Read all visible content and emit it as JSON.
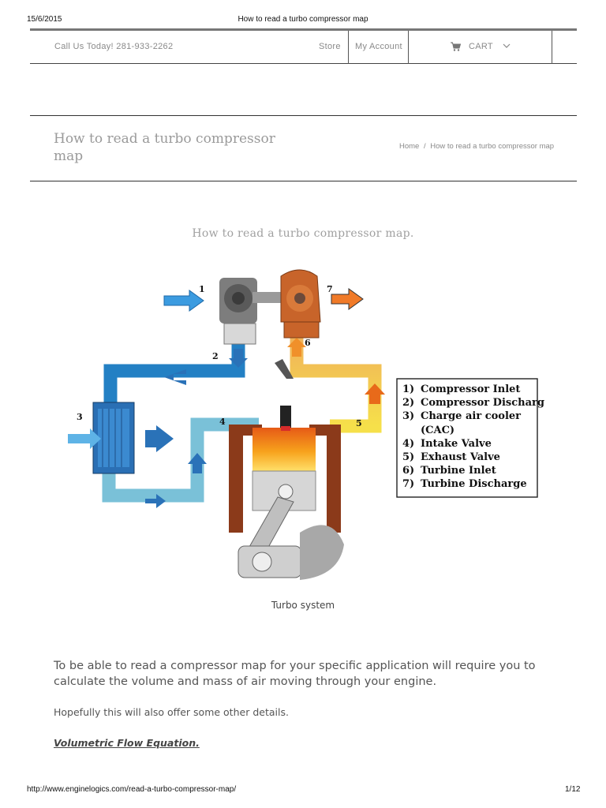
{
  "print_header": {
    "date": "15/6/2015",
    "doc_title": "How to read a turbo compressor map"
  },
  "topbar": {
    "phone": "Call Us Today! 281-933-2262",
    "store": "Store",
    "account": "My Account",
    "cart": "CART"
  },
  "page": {
    "title": "How to read a turbo compressor map",
    "breadcrumb": {
      "home": "Home",
      "sep": "/",
      "current": "How to read a turbo compressor map"
    }
  },
  "article": {
    "heading": "How to read a turbo compressor map.",
    "figure_caption": "Turbo system",
    "paragraph1": "To be able to read a compressor map for your specific application will require you to calculate the volume and mass of air moving through your engine.",
    "paragraph2": "Hopefully this will also offer some other details.",
    "emphasis_link": "Volumetric Flow Equation."
  },
  "diagram": {
    "callouts": [
      "1",
      "2",
      "3",
      "4",
      "5",
      "6",
      "7"
    ],
    "legend": [
      {
        "num": "1)",
        "text": "Compressor Inlet"
      },
      {
        "num": "2)",
        "text": "Compressor Discharge"
      },
      {
        "num": "3)",
        "text": "Charge air cooler"
      },
      {
        "num": "",
        "text": "(CAC)"
      },
      {
        "num": "4)",
        "text": "Intake Valve"
      },
      {
        "num": "5)",
        "text": "Exhaust Valve"
      },
      {
        "num": "6)",
        "text": "Turbine Inlet"
      },
      {
        "num": "7)",
        "text": "Turbine Discharge"
      }
    ],
    "colors": {
      "cold": "#2e8fd0",
      "warm": "#f4d02a",
      "hot": "#e86a1a",
      "engine": "#8b3a1a"
    }
  },
  "print_footer": {
    "url": "http://www.enginelogics.com/read-a-turbo-compressor-map/",
    "page": "1/12"
  }
}
